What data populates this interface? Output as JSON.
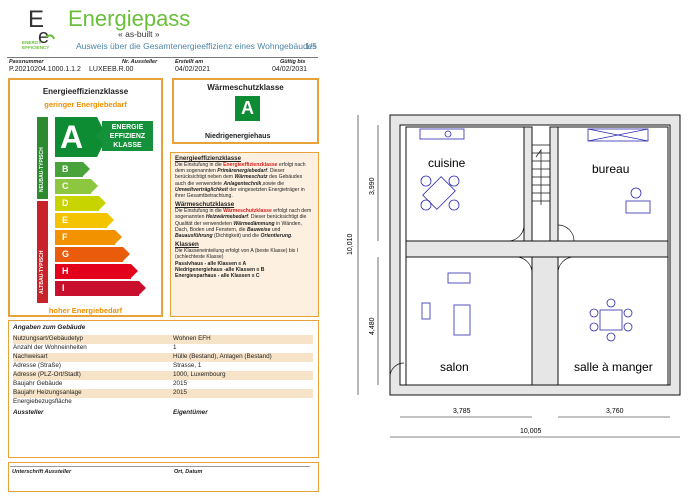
{
  "header": {
    "title": "Energiepass",
    "subtitle": "« as-built »",
    "description": "Ausweis über die Gesamtenergieeffizienz eines Wohngebäudes",
    "page": "1/5",
    "logo_line1": "ENERGY",
    "logo_line2": "EFFICIENCY"
  },
  "meta": {
    "col1_head": "Passnummer",
    "col1_val": "P.20210204.1000.1.1.2",
    "col2_head": "Nr. Aussteller",
    "col2_val": "LUXEEB.R.00",
    "col3_head": "Erstellt am",
    "col3_val": "04/02/2021",
    "col4_head": "Gültig bis",
    "col4_val": "04/02/2031"
  },
  "efficiency": {
    "title": "Energieeffizienzklasse",
    "good": "geringer Energiebedarf",
    "bad": "hoher Energiebedarf",
    "label_new": "NEUBAU-TYPISCH",
    "label_old": "ALTBAU-TYPISCH",
    "current_class": "A",
    "tag": [
      "ENERGIE",
      "EFFIZIENZ",
      "KLASSE"
    ],
    "classes": [
      {
        "label": "B",
        "color": "#4aa23a"
      },
      {
        "label": "C",
        "color": "#8dc63f"
      },
      {
        "label": "D",
        "color": "#c8d400"
      },
      {
        "label": "E",
        "color": "#f4c400"
      },
      {
        "label": "F",
        "color": "#f39200"
      },
      {
        "label": "G",
        "color": "#ea5b0c"
      },
      {
        "label": "H",
        "color": "#e3001b"
      },
      {
        "label": "I",
        "color": "#c8102e"
      }
    ]
  },
  "heat": {
    "title": "Wärmeschutzklasse",
    "current_class": "A",
    "caption": "Niedrigenergiehaus"
  },
  "explanation": {
    "h1": "Energieeffizienzklasse",
    "p1_a": "Die Einstufung in die ",
    "p1_red": "Energieeffizienzklasse",
    "p1_b": " erfolgt nach dem sogenannten ",
    "p1_it": "Primärenergiebedarf",
    "p1_c": ". Dieser berücksichtigt neben dem ",
    "p1_it2": "Wärmeschutz",
    "p1_d": " des Gebäudes auch die verwendete ",
    "p1_it3": "Anlagentechnik",
    "p1_e": ",sowie die ",
    "p1_it4": "Umweltverträglichkeit",
    "p1_f": " der eingesetzten Energieträger in ihrer Gesamtbetrachtung.",
    "h2": "Wärmeschutzklasse",
    "p2_a": "Die Einstufung in die ",
    "p2_red": "Wärmeschutzklasse",
    "p2_b": " erfolgt nach dem sogenannten ",
    "p2_it": "Heizwärmebedarf",
    "p2_c": ". Dieser berücksichtigt die Qualität der verwendeten ",
    "p2_it2": "Wärmedämmung",
    "p2_d": " in Wänden, Dach, Boden und Fenstern, die ",
    "p2_it3": "Bauweise",
    "p2_e": " und ",
    "p2_it4": "Bauausführung",
    "p2_f": " (Dichtigkeit) und die ",
    "p2_it5": "Orientierung",
    "p2_g": ".",
    "h3": "Klassen",
    "p3": "Die Klasseneinteilung erfolgt von A (beste Klasse) bis I (schlechteste Klasse)",
    "p3_b1": "Passivhaus - alle Klassen ≤ A",
    "p3_b2": "Niedrigenergiehaus -alle Klassen ≤ B",
    "p3_b3": "Energiesparhaus - alle Klassen ≤ C"
  },
  "info": {
    "title": "Angaben zum Gebäude",
    "rows": [
      {
        "label": "Nutzungsart/Gebäudetyp",
        "value": "Wohnen EFH"
      },
      {
        "label": "Anzahl der Wohneinheiten",
        "value": "1"
      },
      {
        "label": "Nachweisart",
        "value": "Hülle (Bestand), Anlagen (Bestand)"
      },
      {
        "label": "Adresse (Straße)",
        "value": "Strasse, 1"
      },
      {
        "label": "Adresse (PLZ-Ort/Stadt)",
        "value": "1000, Luxembourg"
      },
      {
        "label": "Baujahr Gebäude",
        "value": "2015"
      },
      {
        "label": "Baujahr Heizungsanlage",
        "value": "2015"
      },
      {
        "label": "Energiebezugsfläche",
        "value": ""
      }
    ],
    "issuer": "Aussteller",
    "owner": "Eigentümer"
  },
  "footer": {
    "signature": "Unterschrift Aussteller",
    "place_date": "Ort, Datum"
  },
  "plan": {
    "rooms": {
      "kitchen": "cuisine",
      "office": "bureau",
      "living": "salon",
      "dining": "salle à manger"
    },
    "dims": {
      "upper_height": "3,990",
      "total_height": "10,010",
      "lower_height": "4,480",
      "left_width": "3,785",
      "right_width": "3,760",
      "total_width": "10,005"
    }
  }
}
